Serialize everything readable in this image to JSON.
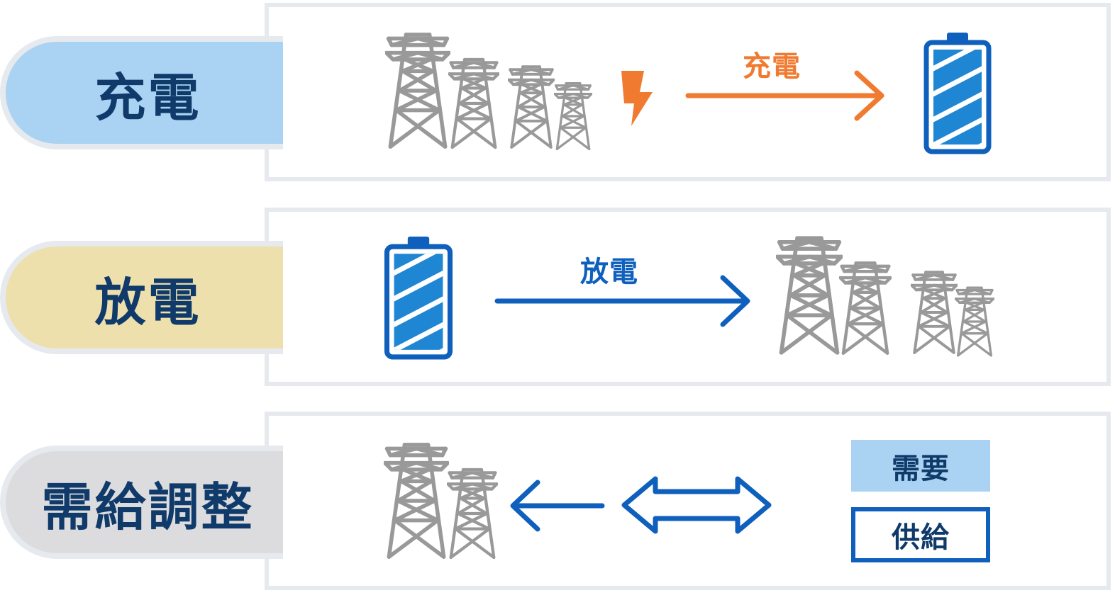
{
  "rows": [
    {
      "tab_label": "充電",
      "tab_color": "#aad2f2",
      "arrow_label": "充電",
      "arrow_color": "#f07a30"
    },
    {
      "tab_label": "放電",
      "tab_color": "#ede0ad",
      "arrow_label": "放電",
      "arrow_color": "#0f5fbd"
    },
    {
      "tab_label": "需給調整",
      "tab_color": "#dcdcde",
      "demand_label": "需要",
      "supply_label": "供給",
      "demand_box_color": "#aad2f2",
      "arrow_color": "#0f5fbd"
    }
  ],
  "colors": {
    "text_dark": "#0f3a6a",
    "border": "#e6eaef",
    "tower": "#999999",
    "battery_blue": "#0f5fbd",
    "battery_fill": "#1f86d4",
    "lightning": "#f07a30"
  },
  "icons": [
    "transmission-tower-icon",
    "lightning-bolt-icon",
    "battery-icon",
    "right-arrow-icon",
    "left-arrow-icon",
    "double-arrow-icon"
  ]
}
